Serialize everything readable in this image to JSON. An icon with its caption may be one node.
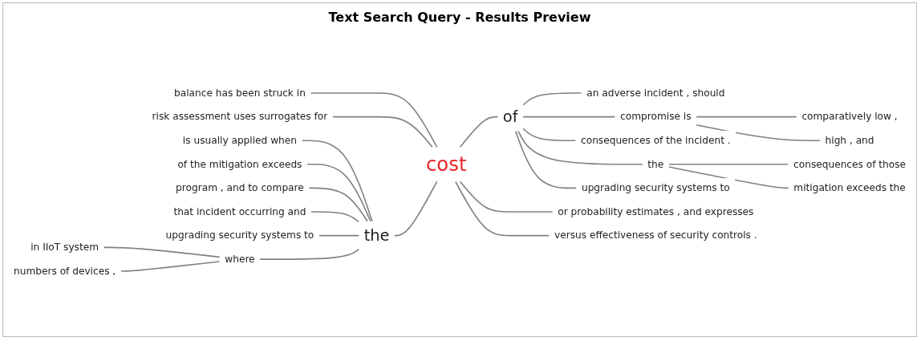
{
  "diagram": {
    "title": "Text Search Query - Results Preview",
    "nodes": [
      {
        "text": [
          "balance has been struck in"
        ]
      },
      {
        "text": [
          "risk assessment uses surrogates for"
        ]
      },
      {
        "text": [
          "is usually applied when"
        ]
      },
      {
        "text": [
          "of the mitigation exceeds"
        ]
      },
      {
        "text": [
          "program , and to compare"
        ]
      },
      {
        "text": [
          "that incident occurring and"
        ]
      },
      {
        "text": [
          "upgrading security systems to"
        ]
      },
      {
        "text": [
          "in IIoT system"
        ]
      },
      {
        "text": [
          "numbers of devices ,"
        ]
      },
      {
        "text": [
          "where"
        ]
      },
      {
        "text": [
          "the"
        ]
      },
      {
        "text": [
          "cost"
        ]
      },
      {
        "text": [
          "of"
        ]
      },
      {
        "text": [
          "an adverse incident , should"
        ]
      },
      {
        "text": [
          "compromise is"
        ]
      },
      {
        "text": [
          "comparatively low ,"
        ]
      },
      {
        "text": [
          "high , and"
        ]
      },
      {
        "text": [
          "consequences of the incident ."
        ]
      },
      {
        "text": [
          "the"
        ]
      },
      {
        "text": [
          "consequences of those"
        ]
      },
      {
        "text": [
          "mitigation exceeds the"
        ]
      },
      {
        "text": [
          "upgrading security systems to"
        ]
      },
      {
        "text": [
          "or probability estimates , and expresses"
        ]
      },
      {
        "text": [
          "versus effectiveness of security controls ."
        ]
      }
    ],
    "edges": [
      {
        "from": 0,
        "to": 11,
        "arrow": "none"
      },
      {
        "from": 1,
        "to": 11,
        "arrow": "none"
      },
      {
        "from": 2,
        "to": 10,
        "arrow": "none"
      },
      {
        "from": 3,
        "to": 10,
        "arrow": "none"
      },
      {
        "from": 4,
        "to": 10,
        "arrow": "none"
      },
      {
        "from": 5,
        "to": 10,
        "arrow": "none"
      },
      {
        "from": 6,
        "to": 10,
        "arrow": "none"
      },
      {
        "from": 7,
        "to": 9,
        "arrow": "none"
      },
      {
        "from": 8,
        "to": 9,
        "arrow": "none"
      },
      {
        "from": 9,
        "to": 10,
        "arrow": "none"
      },
      {
        "from": 10,
        "to": 11,
        "arrow": "none"
      },
      {
        "from": 11,
        "to": 12,
        "arrow": "none"
      },
      {
        "from": 12,
        "to": 13,
        "arrow": "none"
      },
      {
        "from": 12,
        "to": 14,
        "arrow": "none"
      },
      {
        "from": 14,
        "to": 15,
        "arrow": "none"
      },
      {
        "from": 14,
        "to": 16,
        "arrow": "none"
      },
      {
        "from": 12,
        "to": 17,
        "arrow": "none"
      },
      {
        "from": 12,
        "to": 18,
        "arrow": "none"
      },
      {
        "from": 18,
        "to": 19,
        "arrow": "none"
      },
      {
        "from": 18,
        "to": 20,
        "arrow": "none"
      },
      {
        "from": 12,
        "to": 21,
        "arrow": "none"
      },
      {
        "from": 11,
        "to": 22,
        "arrow": "none"
      },
      {
        "from": 11,
        "to": 23,
        "arrow": "none"
      }
    ]
  }
}
